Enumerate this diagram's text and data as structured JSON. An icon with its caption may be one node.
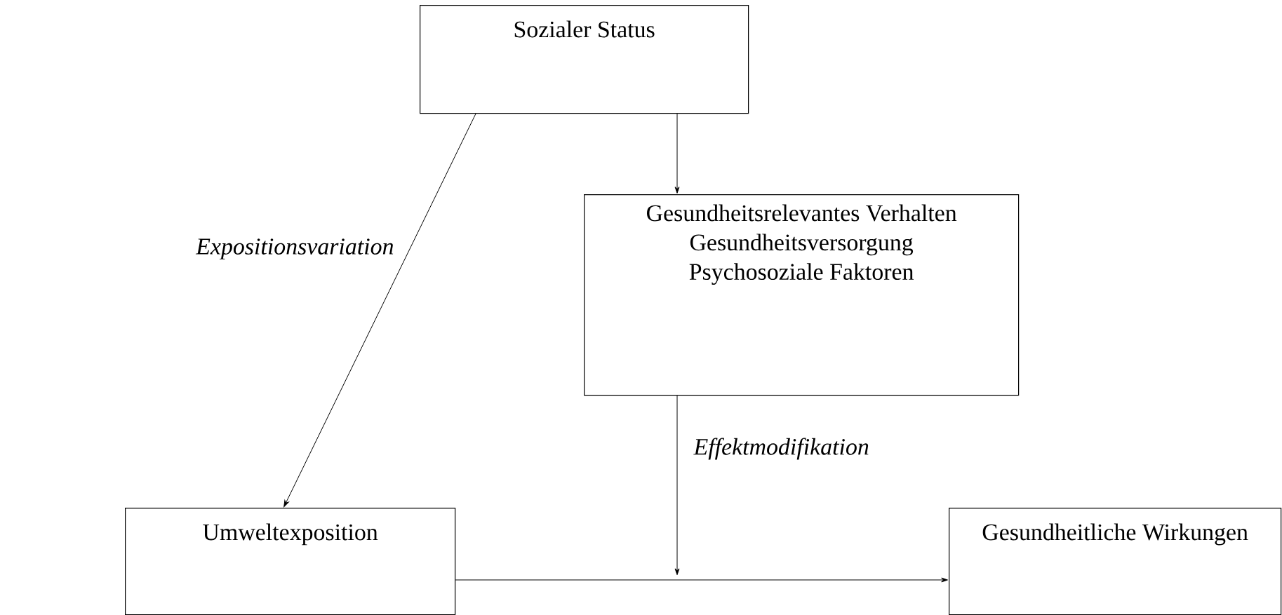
{
  "diagram": {
    "nodes": [
      {
        "text": [
          "Sozialer Status"
        ]
      },
      {
        "text": [
          "Gesundheitsrelevantes Verhalten",
          "Gesundheitsversorgung",
          "Psychosoziale Faktoren"
        ]
      },
      {
        "text": [
          "Umweltexposition"
        ]
      },
      {
        "text": [
          "Gesundheitliche Wirkungen"
        ]
      }
    ],
    "edges": [
      {
        "from": 0,
        "to": 2,
        "arrow": "to",
        "label": "Expositionsvariation"
      },
      {
        "from": 0,
        "to": 1,
        "arrow": "to"
      },
      {
        "from": 1,
        "to": null,
        "arrow": "to",
        "label": "Effektmodifikation"
      },
      {
        "from": 2,
        "to": 3,
        "arrow": "to"
      }
    ]
  }
}
